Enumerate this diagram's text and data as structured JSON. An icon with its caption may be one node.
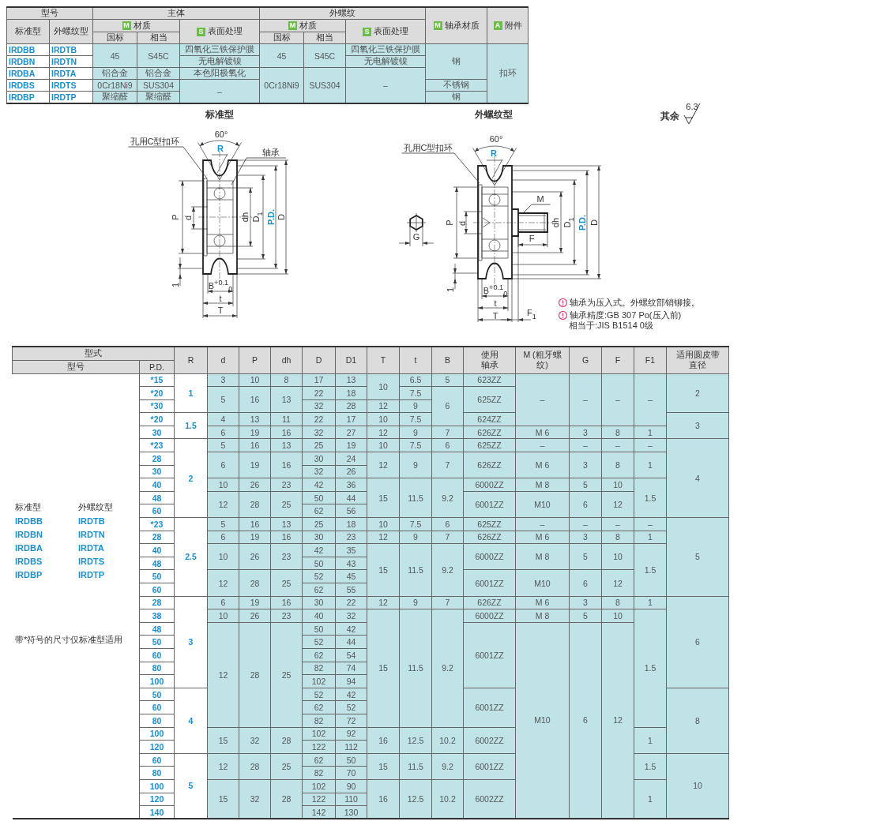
{
  "diagram": {
    "nodes": [
      {
        "text": [
          "孔用C型扣环"
        ]
      },
      {
        "text": [
          "轴承"
        ]
      },
      {
        "text": [
          "孔用C型扣环"
        ]
      },
      {
        "text": [
          "M"
        ]
      }
    ],
    "edges": [
      {
        "from": 0,
        "to": null,
        "arrow": "none"
      },
      {
        "from": 1,
        "to": null,
        "arrow": "none"
      },
      {
        "from": 2,
        "to": null,
        "arrow": "none"
      },
      {
        "from": 3,
        "to": null,
        "arrow": "none"
      }
    ],
    "labels": [
      "型号",
      "主体",
      "外螺纹",
      "标准型",
      "外螺纹型",
      "M",
      "材质",
      "S",
      "表面处理",
      "M",
      "材质",
      "S",
      "表面处理",
      "M",
      "轴承材质",
      "A",
      "附件",
      "国标",
      "相当",
      "国标",
      "相当",
      "IRDBB",
      "IRDTB",
      "45",
      "S45C",
      "四氧化三铁保护膜",
      "45",
      "S45C",
      "四氧化三铁保护膜",
      "IRDBN",
      "IRDTN",
      "无电解镀镍",
      "无电解镀镍",
      "钢",
      "IRDBA",
      "IRDTA",
      "铝合金",
      "铝合金",
      "本色阳极氧化",
      "扣环",
      "IRDBS",
      "IRDTS",
      "0Cr18Ni9",
      "SUS304",
      "–",
      "0Cr18Ni9",
      "SUS304",
      "–",
      "不锈钢",
      "IRDBP",
      "IRDTP",
      "聚缩醛",
      "聚缩醛",
      "钢",
      "标准型",
      "外螺纹型",
      "其余",
      "6.3",
      "60°",
      "R",
      "P",
      "d",
      "dh",
      "D$_{1}$",
      "P.D.",
      "D",
      "1",
      "B$^{+0.1}$$_{0}$",
      "t",
      "T",
      "60°",
      "R",
      "G",
      "P",
      "d",
      "dh",
      "D$_{1}$",
      "P.D.",
      "D",
      "F",
      "1",
      "B$^{+0.1}$$_{0}$",
      "t",
      "T",
      "F$_{1}$",
      "轴承为压入式。外螺纹部销铆接。",
      "轴承精度:GB 307 Po(压入前)",
      "相当于:JIS B1514 0级",
      "型式",
      "R",
      "d",
      "P",
      "dh",
      "D",
      "D1",
      "T",
      "t",
      "B",
      "使用轴承",
      "M (粗牙螺纹)",
      "G",
      "F",
      "F1",
      "适用圆皮带直径",
      "型号",
      "P.D.",
      "标准型",
      "外螺纹型",
      "IRDBB",
      "IRDTB",
      "IRDBN",
      "IRDTN",
      "IRDBA",
      "IRDTA",
      "IRDBS",
      "IRDTS",
      "IRDBP",
      "IRDTP",
      "带*符号的尺寸仅标准型适用",
      "*15",
      "3",
      "10",
      "8",
      "17",
      "13",
      "10",
      "6.5",
      "5",
      "623ZZ",
      "*20",
      "1",
      "5",
      "16",
      "13",
      "22",
      "18",
      "7.5",
      "625ZZ",
      "–",
      "–",
      "–",
      "–",
      "2",
      "*30",
      "32",
      "28",
      "12",
      "9",
      "6",
      "*20",
      "1.5",
      "4",
      "13",
      "11",
      "22",
      "17",
      "10",
      "7.5",
      "624ZZ",
      "3",
      "30",
      "6",
      "19",
      "16",
      "32",
      "27",
      "12",
      "9",
      "7",
      "626ZZ",
      "M 6",
      "3",
      "8",
      "1",
      "*23",
      "5",
      "16",
      "13",
      "25",
      "19",
      "10",
      "7.5",
      "6",
      "625ZZ",
      "–",
      "–",
      "–",
      "–",
      "28",
      "6",
      "19",
      "16",
      "30",
      "24",
      "12",
      "9",
      "7",
      "626ZZ",
      "M 6",
      "3",
      "8",
      "1",
      "30",
      "2",
      "32",
      "26",
      "4",
      "40",
      "10",
      "26",
      "23",
      "42",
      "36",
      "6000ZZ",
      "M 8",
      "5",
      "10",
      "48",
      "12",
      "28",
      "25",
      "50",
      "44",
      "15",
      "11.5",
      "9.2",
      "6001ZZ",
      "M10",
      "6",
      "12",
      "1.5",
      "60",
      "62",
      "56",
      "*23",
      "5",
      "16",
      "13",
      "25",
      "18",
      "10",
      "7.5",
      "6",
      "625ZZ",
      "–",
      "–",
      "–",
      "–",
      "28",
      "6",
      "19",
      "16",
      "30",
      "23",
      "12",
      "9",
      "7",
      "626ZZ",
      "M 6",
      "3",
      "8",
      "1",
      "40",
      "2.5",
      "10",
      "26",
      "23",
      "42",
      "35",
      "6000ZZ",
      "M 8",
      "5",
      "10",
      "5",
      "48",
      "50",
      "43",
      "15",
      "11.5",
      "9.2",
      "1.5",
      "50",
      "12",
      "28",
      "25",
      "52",
      "45",
      "6001ZZ",
      "M10",
      "6",
      "12",
      "60",
      "62",
      "55",
      "28",
      "6",
      "19",
      "16",
      "30",
      "22",
      "12",
      "9",
      "7",
      "626ZZ",
      "M 6",
      "3",
      "8",
      "1",
      "38",
      "10",
      "26",
      "23",
      "40",
      "32",
      "6000ZZ",
      "M 8",
      "5",
      "10",
      "48",
      "50",
      "42",
      "50",
      "3",
      "52",
      "44",
      "6",
      "60",
      "62",
      "54",
      "6001ZZ",
      "80",
      "12",
      "28",
      "25",
      "82",
      "74",
      "15",
      "11.5",
      "9.2",
      "1.5",
      "100",
      "102",
      "94",
      "50",
      "52",
      "42",
      "60",
      "62",
      "52",
      "6001ZZ",
      "80",
      "4",
      "82",
      "72",
      "M10",
      "6",
      "12",
      "8",
      "100",
      "15",
      "32",
      "28",
      "102",
      "92",
      "16",
      "12.5",
      "10.2",
      "6002ZZ",
      "1",
      "120",
      "122",
      "112",
      "60",
      "12",
      "28",
      "25",
      "62",
      "50",
      "15",
      "11.5",
      "9.2",
      "6001ZZ",
      "1.5",
      "80",
      "82",
      "70",
      "100",
      "5",
      "102",
      "90",
      "10",
      "120",
      "15",
      "32",
      "28",
      "122",
      "110",
      "16",
      "12.5",
      "10.2",
      "6002ZZ",
      "1",
      "140",
      "142",
      "130"
    ]
  }
}
